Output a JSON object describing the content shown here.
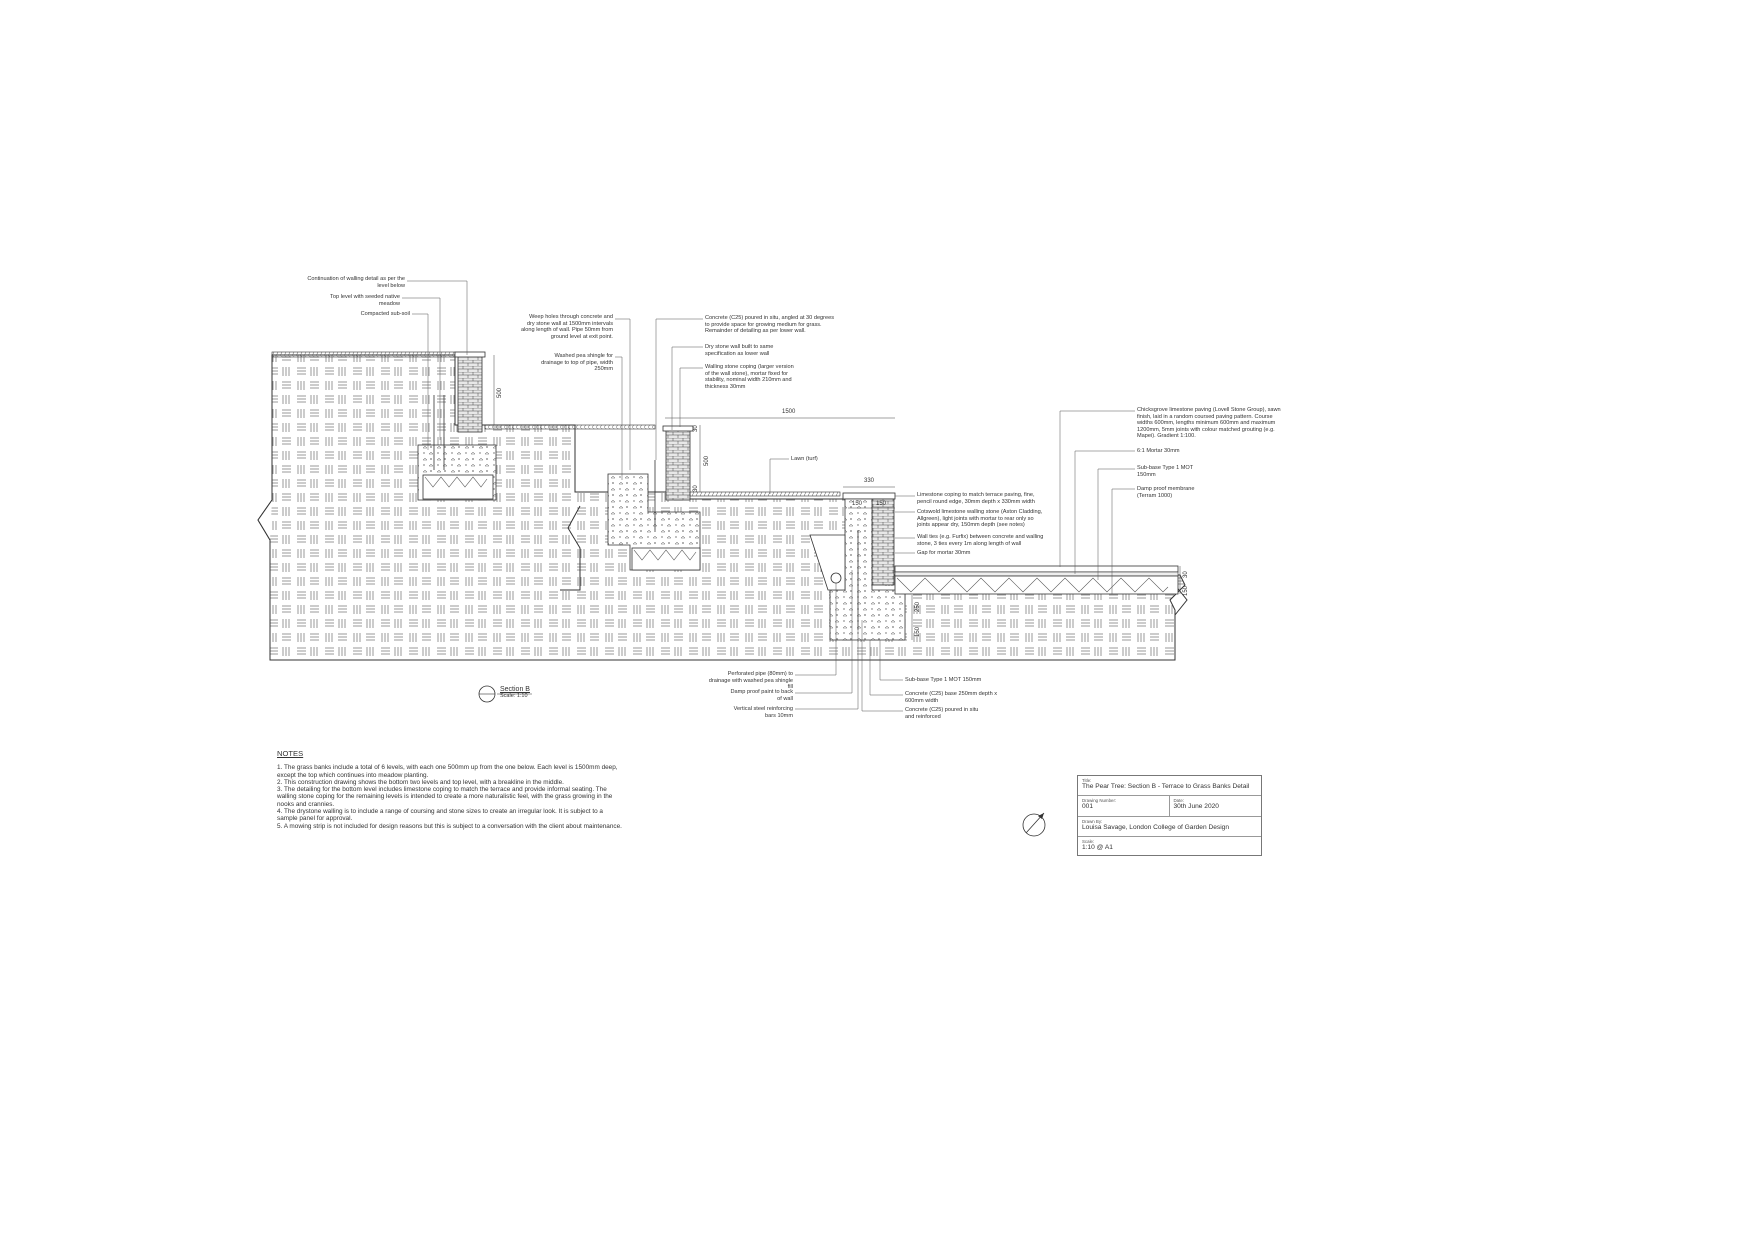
{
  "labels": {
    "continuation": "Continuation of walling detail as per the level below",
    "top_level": "Top level with seeded native meadow",
    "compacted_subsoil": "Compacted sub-soil",
    "weep_holes": "Weep holes through concrete and dry stone wall at 1500mm intervals along length of wall. Pipe 50mm from ground level at exit point.",
    "washed_pea_shingle": "Washed pea shingle for drainage to top of pipe, width 250mm",
    "concrete_angled": "Concrete (C25) poured in situ, angled at 30 degrees to provide space for growing medium for grass. Remainder of detailing as per lower wall.",
    "dry_stone_wall": "Dry stone wall built to same specification as lower wall",
    "walling_stone_coping": "Walling stone coping (larger version of the wall stone), mortar fixed for stability, nominal width 210mm and thickness 30mm",
    "lawn": "Lawn (turf)",
    "limestone_coping": "Limestone coping to match terrace paving, fine, pencil round edge, 30mm depth x 330mm width",
    "cotswold_limestone": "Cotswold limestone walling stone (Aston Cladding, Allgreen), light joints with mortar to rear only so joints appear dry, 150mm depth (see notes)",
    "wall_ties": "Wall ties (e.g. Furfix) between concrete and walling stone, 3 ties every 1m along length of wall",
    "gap_mortar": "Gap for mortar 30mm",
    "chicksgrove_paving": "Chicksgrove limestone paving (Lovell Stone Group), sawn finish, laid in a random coursed paving pattern. Course widths 600mm, lengths minimum 600mm and maximum 1200mm, 5mm joints with colour matched grouting (e.g. Mapei). Gradient 1:100.",
    "mortar_30": "6:1 Mortar 30mm",
    "subbase_terrace": "Sub-base Type 1 MOT 150mm",
    "damp_proof_membrane": "Damp proof membrane (Terram 1000)",
    "perforated_pipe": "Perforated pipe (80mm) to drainage with washed pea shingle fill",
    "damp_proof_paint": "Damp proof paint to back of wall",
    "vertical_bars": "Vertical steel reinforcing bars 10mm",
    "subbase_footing": "Sub-base Type 1 MOT 150mm",
    "concrete_base": "Concrete (C25) base 250mm depth x 600mm width",
    "concrete_reinforced": "Concrete (C25) poured in situ and reinforced"
  },
  "dimensions": {
    "d500_top": "500",
    "d500_mid": "500",
    "d30_a": "30",
    "d30_b": "30",
    "d1500": "1500",
    "d330": "330",
    "d150_a": "150",
    "d150_b": "150",
    "d250": "250",
    "d150_c": "150",
    "d30_c": "30",
    "d150_d": "150"
  },
  "section_title": {
    "name": "Section B",
    "scale": "Scale: 1:10"
  },
  "notes": {
    "heading": "NOTES",
    "items": [
      "1. The grass banks include a total of 6 levels, with each one 500mm up from the one below. Each level is 1500mm deep, except the top which continues into meadow planting.",
      "2. This construction drawing shows the bottom two levels and top level, with a breakline in the middle.",
      "3. The detailing for the bottom level includes limestone coping to match the terrace and provide informal seating. The walling stone coping for the remaining levels is intended to create a more naturalistic feel, with the grass growing in the nooks and crannies.",
      "4. The drystone walling is to include a range of coursing and stone sizes to create an irregular look. It is subject to a sample panel for approval.",
      "5. A mowing strip is not included for design reasons but this is subject to a conversation with the client about maintenance."
    ]
  },
  "title_block": {
    "title_caption": "Title:",
    "title": "The Pear Tree: Section B - Terrace to Grass Banks Detail",
    "number_caption": "Drawing Number:",
    "number": "001",
    "date_caption": "Date:",
    "date": "30th June 2020",
    "drawn_caption": "Drawn By:",
    "drawn_by": "Louisa Savage, London College of Garden Design",
    "scale_caption": "Scale:",
    "scale": "1:10 @ A1"
  },
  "colors": {
    "line": "#333333",
    "hatch": "#555555",
    "brick": "#444444"
  }
}
